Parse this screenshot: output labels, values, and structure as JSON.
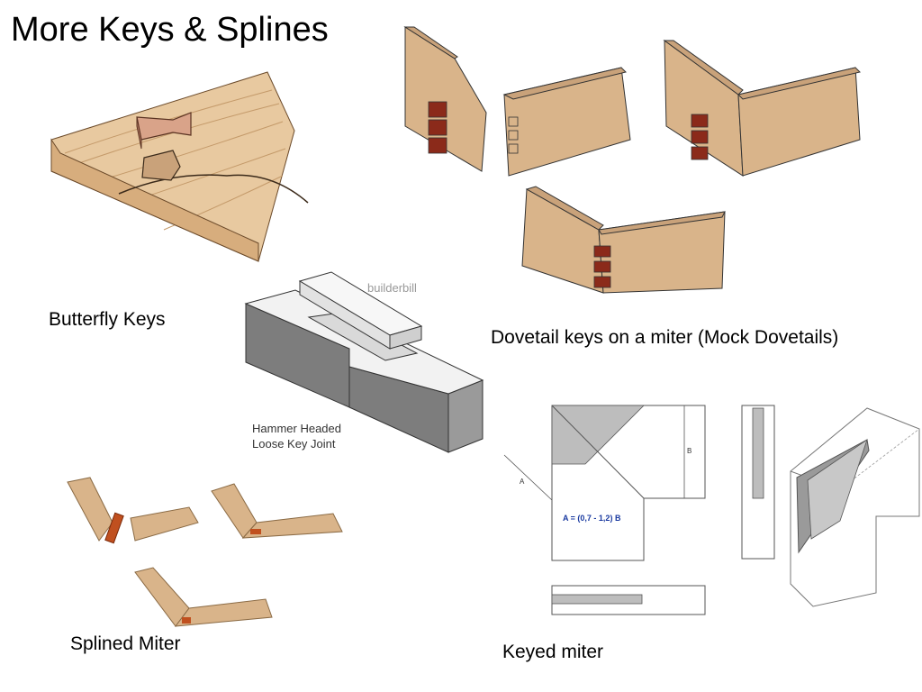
{
  "slide": {
    "title": "More Keys & Splines",
    "captions": {
      "butterfly": "Butterfly Keys",
      "dovetail": "Dovetail keys on a miter (Mock Dovetails)",
      "splined": "Splined Miter",
      "keyed": "Keyed miter"
    },
    "hammer": {
      "watermark": "builderbill",
      "label_line1": "Hammer Headed",
      "label_line2": "Loose Key Joint"
    },
    "keyed_diagram": {
      "formula": "A = (0,7 - 1,2) B",
      "dim_a": "A",
      "dim_b": "B"
    }
  },
  "colors": {
    "wood": "#d9b48a",
    "wood_dark": "#b68e62",
    "key_red": "#8b2a1a",
    "gray_block": "#7d7d7d",
    "diagram_gray": "#bdbdbd",
    "formula_blue": "#1a3aa0"
  }
}
